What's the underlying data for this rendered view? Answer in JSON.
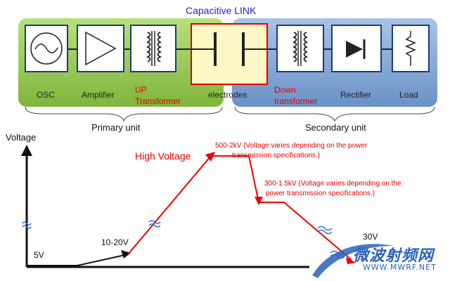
{
  "title": "Capacitive LINK",
  "components": {
    "osc": "OSC",
    "amplifier": "Amplifier",
    "up_transformer": "UP Transformer",
    "electrodes": "electrodes",
    "down_transformer": "Down transformer",
    "rectifier": "Rectifier",
    "load": "Load"
  },
  "units": {
    "primary": "Primary unit",
    "secondary": "Secondary unit"
  },
  "graph": {
    "y_axis_label": "Voltage",
    "v_5v": "5V",
    "v_10_20v": "10-20V",
    "high_voltage": "High Voltage",
    "v_500_2kv_line1": "500-2kV (Voltage varies depending on the power",
    "v_500_2kv_line2": "transmission specifications.)",
    "v_300_1_5kv_line1": "300-1.5kV (Voltage varies depending on the",
    "v_300_1_5kv_line2": "power  transmission specifications.)",
    "v_30v": "30V"
  },
  "watermark": {
    "cn": "微波射频网",
    "url": "WWW.MWRF.NET"
  },
  "colors": {
    "primary_panel": "#8cc64a",
    "secondary_panel": "#7aa0cf",
    "link_box_fill": "#fdf7c5",
    "link_box_border": "#e00000",
    "red_text": "#e00000",
    "title_blue": "#1f1fcf",
    "graph_red": "#ee0000",
    "squiggle_blue": "#2e6fd0"
  }
}
